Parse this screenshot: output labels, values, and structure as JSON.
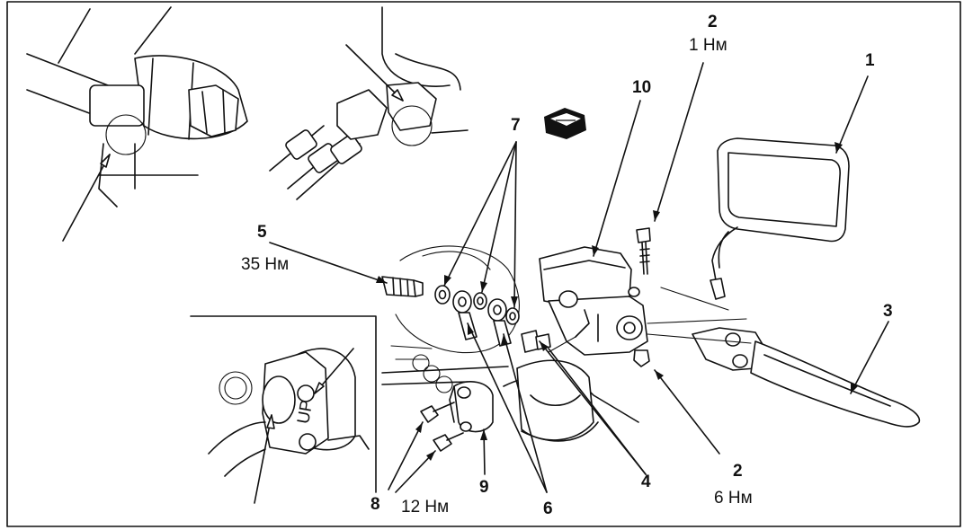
{
  "callouts": {
    "c1": {
      "number": "1"
    },
    "c2_top": {
      "number": "2",
      "torque": "1 Нм"
    },
    "c2_bottom": {
      "number": "2",
      "torque": "6 Нм"
    },
    "c3": {
      "number": "3"
    },
    "c4": {
      "number": "4"
    },
    "c5": {
      "number": "5",
      "torque": "35 Нм"
    },
    "c6": {
      "number": "6"
    },
    "c7": {
      "number": "7"
    },
    "c8": {
      "number": "8",
      "torque": "12 Нм"
    },
    "c9": {
      "number": "9"
    },
    "c10": {
      "number": "10"
    }
  },
  "inset": {
    "up_mark": "UP"
  }
}
